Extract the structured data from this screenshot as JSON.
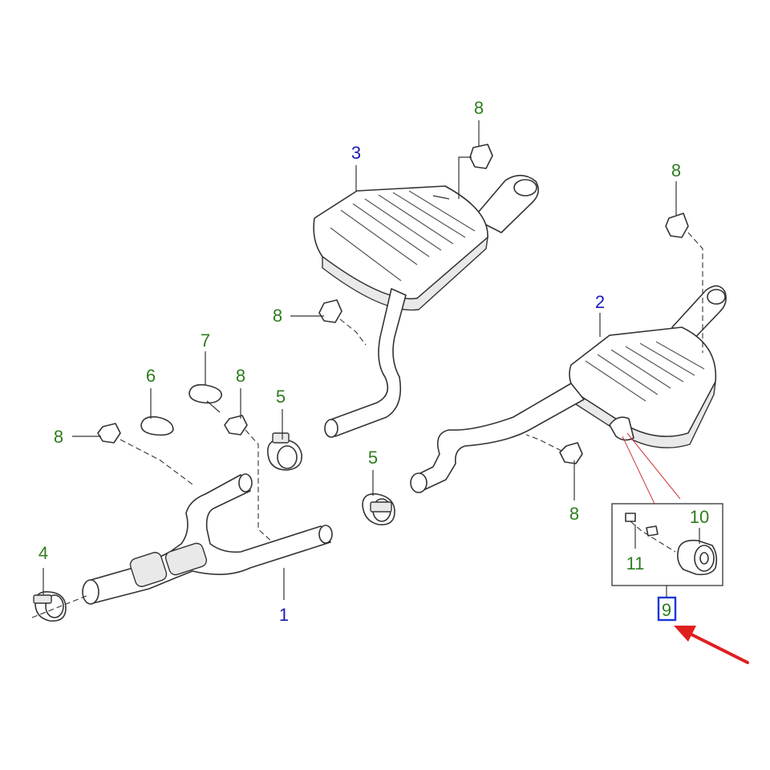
{
  "colors": {
    "primary_label": "#1a1ab8",
    "secondary_label": "#2e7d1e",
    "highlight_box": "#1a37d6",
    "arrow": "#e01e1e",
    "guide": "#d23a3a"
  },
  "callouts": {
    "c1": "1",
    "c2": "2",
    "c3": "3",
    "c4": "4",
    "c5a": "5",
    "c5b": "5",
    "c6": "6",
    "c7": "7",
    "c8a": "8",
    "c8b": "8",
    "c8c": "8",
    "c8d": "8",
    "c8e": "8",
    "c8f": "8",
    "c9": "9",
    "c10": "10",
    "c11": "11"
  },
  "highlight": {
    "target": "9",
    "pointer_icon": "red-arrow-icon"
  }
}
